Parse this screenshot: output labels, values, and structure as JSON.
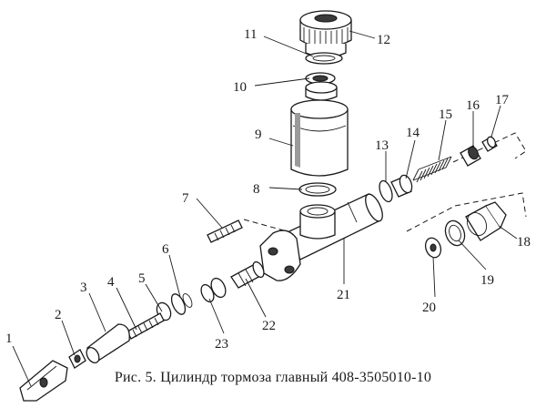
{
  "callouts": [
    "1",
    "2",
    "3",
    "4",
    "5",
    "6",
    "7",
    "8",
    "9",
    "10",
    "11",
    "12",
    "13",
    "14",
    "15",
    "16",
    "17",
    "18",
    "19",
    "20",
    "21",
    "22",
    "23"
  ],
  "caption": "Рис. 5. Цилиндр тормоза главный 408-3505010-10"
}
